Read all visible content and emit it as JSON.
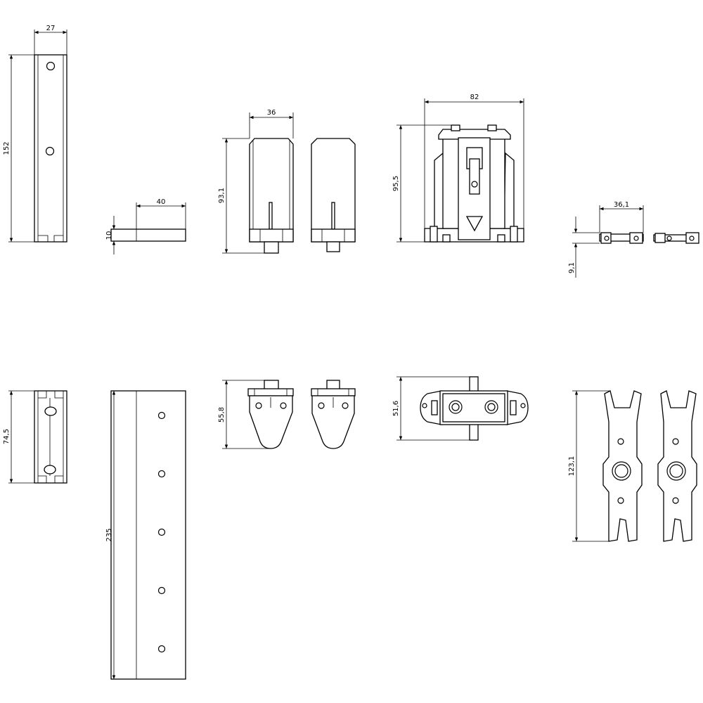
{
  "dimensions": {
    "d27": "27",
    "d152": "152",
    "d40": "40",
    "d10": "10",
    "d36": "36",
    "d93_1": "93,1",
    "d82": "82",
    "d95_5": "95,5",
    "d36_1": "36,1",
    "d9_1": "9,1",
    "d74_5": "74,5",
    "d235": "235",
    "d55_8": "55,8",
    "d51_6": "51,6",
    "d123_1": "123,1"
  }
}
